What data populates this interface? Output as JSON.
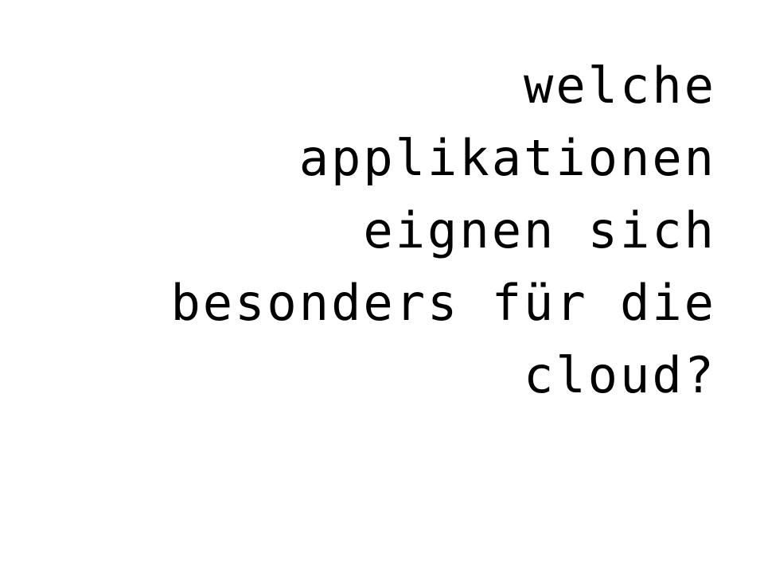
{
  "slide": {
    "title_lines": [
      "welche",
      "applikationen",
      "eignen sich",
      "besonders für die",
      "cloud?"
    ]
  },
  "colors": {
    "background": "#ffffff",
    "text": "#000000"
  }
}
